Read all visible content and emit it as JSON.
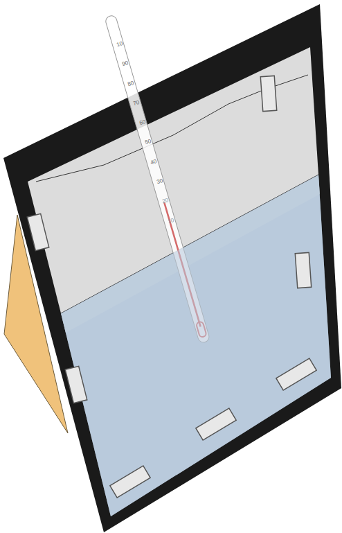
{
  "diagram": {
    "labels": [
      "10",
      "90",
      "80",
      "70",
      "60",
      "50",
      "40",
      "30",
      "20",
      "10"
    ]
  }
}
